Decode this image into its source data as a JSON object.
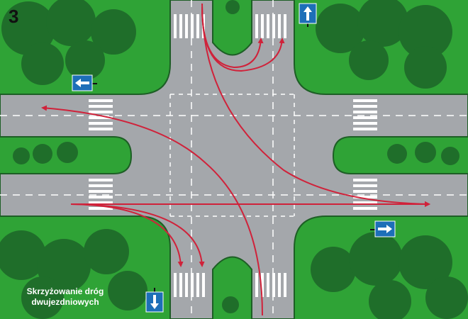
{
  "card": {
    "number": "3",
    "caption_line1": "Skrzyżowanie dróg",
    "caption_line2": "dwujezdniowych"
  },
  "colors": {
    "grass": "#2fa336",
    "grass_light": "#3cb544",
    "bushes": "#1f6e2a",
    "curb": "#1d5e25",
    "asphalt": "#a4a7ab",
    "lane_marking": "#ffffff",
    "route_arrow": "#d0223a",
    "sign_blue": "#1d6fb8",
    "caption_text": "#ffffff"
  },
  "signs": [
    {
      "icon": "arrow-up-icon",
      "direction": "up",
      "meaning": "one-way"
    },
    {
      "icon": "arrow-left-icon",
      "direction": "left",
      "meaning": "one-way"
    },
    {
      "icon": "arrow-right-icon",
      "direction": "right",
      "meaning": "one-way"
    },
    {
      "icon": "arrow-down-icon",
      "direction": "down",
      "meaning": "one-way"
    }
  ]
}
